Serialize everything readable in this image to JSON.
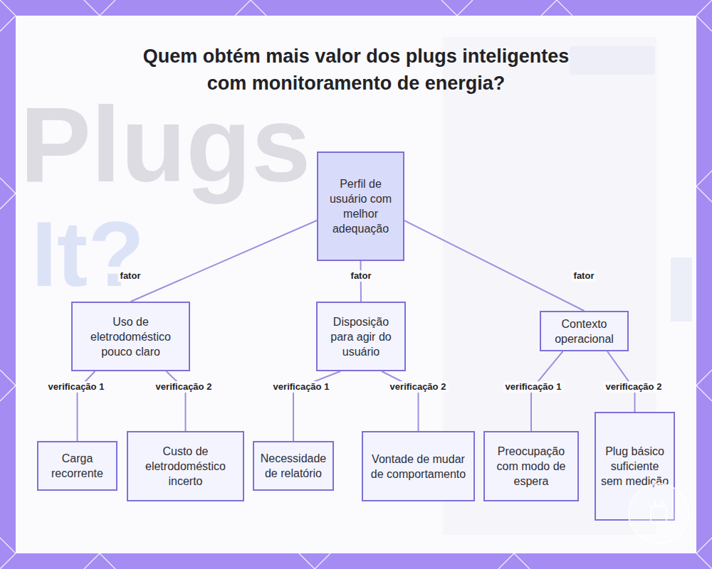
{
  "diagram": {
    "title": "Quem obtém mais valor dos plugs inteligentes com monitoramento de energia?",
    "nodes": [
      {
        "text": [
          "Perfil de usuário com melhor adequação"
        ]
      },
      {
        "text": [
          "Uso de eletrodoméstico pouco claro"
        ]
      },
      {
        "text": [
          "Disposição para agir do usuário"
        ]
      },
      {
        "text": [
          "Contexto operacional"
        ]
      },
      {
        "text": [
          "Carga recorrente"
        ]
      },
      {
        "text": [
          "Custo de eletrodoméstico incerto"
        ]
      },
      {
        "text": [
          "Necessidade de relatório"
        ]
      },
      {
        "text": [
          "Vontade de mudar de comportamento"
        ]
      },
      {
        "text": [
          "Preocupação com modo de espera"
        ]
      },
      {
        "text": [
          "Plug básico suficiente sem medição"
        ]
      }
    ],
    "edges": [
      {
        "from": 0,
        "to": 1,
        "label": "fator",
        "arrow": "none"
      },
      {
        "from": 0,
        "to": 2,
        "label": "fator",
        "arrow": "none"
      },
      {
        "from": 0,
        "to": 3,
        "label": "fator",
        "arrow": "none"
      },
      {
        "from": 1,
        "to": 4,
        "label": "verificação 1",
        "arrow": "none"
      },
      {
        "from": 1,
        "to": 5,
        "label": "verificação 2",
        "arrow": "none"
      },
      {
        "from": 2,
        "to": 6,
        "label": "verificação 1",
        "arrow": "none"
      },
      {
        "from": 2,
        "to": 7,
        "label": "verificação 2",
        "arrow": "none"
      },
      {
        "from": 3,
        "to": 8,
        "label": "verificação 1",
        "arrow": "none"
      },
      {
        "from": 3,
        "to": 9,
        "label": "verificação 2",
        "arrow": "none"
      }
    ],
    "labels": [
      "Plugs",
      "It?"
    ]
  }
}
